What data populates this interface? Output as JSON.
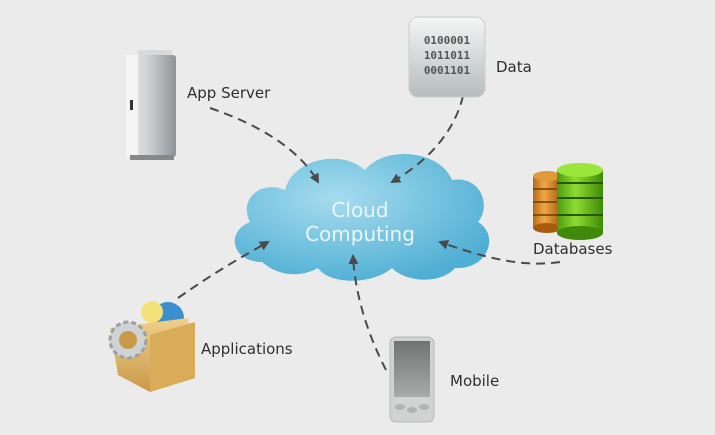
{
  "diagram": {
    "center": {
      "line1": "Cloud",
      "line2": "Computing"
    },
    "nodes": {
      "app_server": {
        "label": "App Server"
      },
      "data": {
        "label": "Data",
        "binary": [
          "0100001",
          "1011011",
          "0001101"
        ]
      },
      "databases": {
        "label": "Databases"
      },
      "applications": {
        "label": "Applications"
      },
      "mobile": {
        "label": "Mobile"
      }
    },
    "colors": {
      "background": "#ebebeb",
      "cloud": "#6fc0dd",
      "arrow": "#4a4a4a",
      "db_orange": "#d88a2a",
      "db_green": "#6cbf1e"
    }
  }
}
